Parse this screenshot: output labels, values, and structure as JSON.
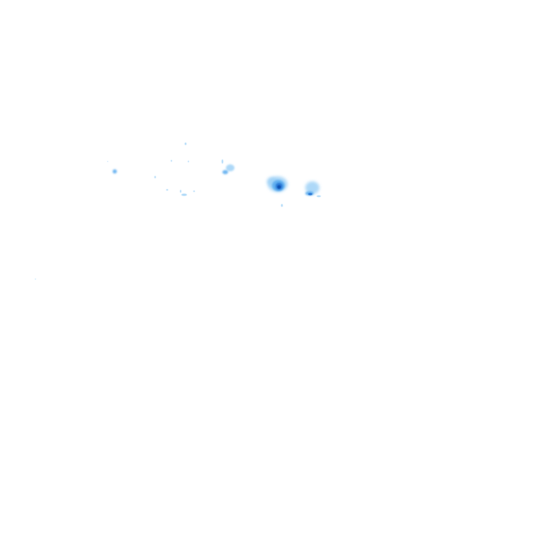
{
  "layer": {
    "kind": "radar-precipitation-overlay",
    "base_color": "#9fd1f7",
    "mid_color": "#55a9ee",
    "core_color": "#1f6fd1",
    "dark_core_color": "#0b4fb0",
    "cell_names": [
      "precip-cell-large",
      "precip-cell-east",
      "precip-cell-northwest",
      "precip-cell-far-west",
      "precip-speckles"
    ]
  }
}
